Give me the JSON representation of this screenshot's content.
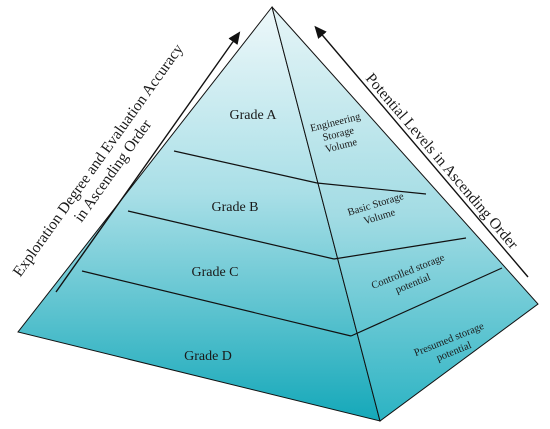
{
  "left_arrow_label": {
    "line1": "Exploration Degree and Evaluation Accuracy",
    "line2": "in Ascending Order"
  },
  "right_arrow_label": {
    "line1": "Potential Levels in Ascending Order"
  },
  "front_levels": [
    {
      "label": "Grade A"
    },
    {
      "label": "Grade B"
    },
    {
      "label": "Grade C"
    },
    {
      "label": "Grade D"
    }
  ],
  "side_levels": [
    {
      "lines": [
        "Engineering",
        "Storage",
        "Volume"
      ]
    },
    {
      "lines": [
        "Basic Storage",
        "Volume"
      ]
    },
    {
      "lines": [
        "Controlled storage",
        "potential"
      ]
    },
    {
      "lines": [
        "Presumed storage",
        "potential"
      ]
    }
  ],
  "colors": {
    "face_top": "#e9f6f8",
    "face_mid": "#8fd5df",
    "face_bottom": "#17aabb",
    "side_top": "#dff1f4",
    "side_bottom": "#2bb4c4",
    "line": "#111111"
  }
}
